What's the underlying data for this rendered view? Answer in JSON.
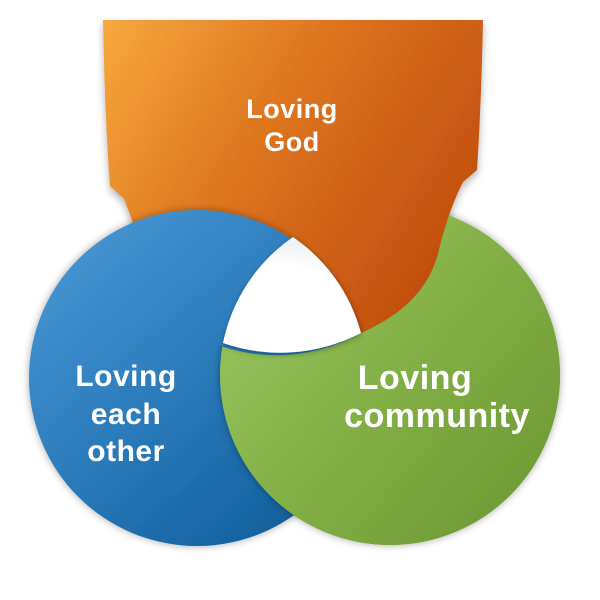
{
  "page": {
    "background": "#ffffff",
    "description": "Venn-style triad diagram of three overlapping circles with a white shared core"
  },
  "diagram": {
    "type": "venn-triad",
    "intersection_color": "#ffffff",
    "intersection_shadow": "#c2c6c9",
    "sets": [
      {
        "id": "loving-god",
        "lines": [
          "Loving",
          "God"
        ],
        "position": "top",
        "color_light": "#f6a93e",
        "color_mid": "#d96e1e",
        "color_dark": "#c14e0e",
        "text_color": "#ffffff"
      },
      {
        "id": "loving-each-other",
        "lines": [
          "Loving",
          "each",
          "other"
        ],
        "position": "bottom-left",
        "color_light": "#4e9cd8",
        "color_mid": "#2f7fbf",
        "color_dark": "#0e5c99",
        "text_color": "#ffffff"
      },
      {
        "id": "loving-community",
        "lines": [
          "Loving",
          "community"
        ],
        "position": "bottom-right",
        "color_light": "#9cc763",
        "color_mid": "#84b248",
        "color_dark": "#6b9631",
        "text_color": "#ffffff"
      }
    ]
  }
}
